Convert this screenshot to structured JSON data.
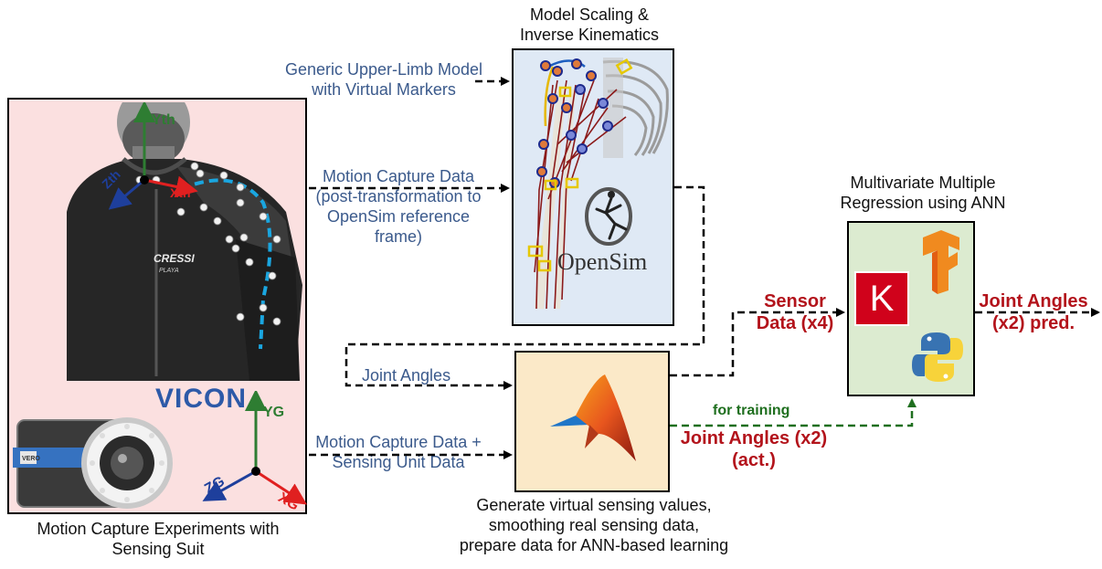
{
  "colors": {
    "motion_box_bg": "#fbe0e0",
    "model_box_bg": "#dfe9f5",
    "matlab_box_bg": "#fbe9c8",
    "ann_box_bg": "#dcebd0",
    "blue_text": "#3b5a8c",
    "red_text": "#b3131b",
    "green_text": "#1f6f1f",
    "axis_green": "#2e7d32",
    "axis_red": "#e02020",
    "axis_blue": "#1e3f9c"
  },
  "motion_capture": {
    "caption_line1": "Motion Capture Experiments with",
    "caption_line2": "Sensing Suit",
    "vicon_logo": "VICON",
    "shirt_brand": "CRESSI",
    "shirt_sub": "PLAYA",
    "camera_label": "VERO",
    "axis_thorax_y": "Yth",
    "axis_thorax_z": "Zth",
    "axis_thorax_x": "Xth",
    "axis_global_y": "YG",
    "axis_global_z": "ZG",
    "axis_global_x": "XG"
  },
  "model_scaling": {
    "title_line1": "Model Scaling &",
    "title_line2": "Inverse Kinematics",
    "opensim_logo": "OpenSim"
  },
  "inputs": {
    "generic_model_line1": "Generic Upper-Limb Model",
    "generic_model_line2": "with Virtual Markers",
    "mocap_data_line1": "Motion Capture Data",
    "mocap_data_line2": "(post-transformation to",
    "mocap_data_line3": "OpenSim reference",
    "mocap_data_line4": "frame)",
    "joint_angles": "Joint Angles",
    "mocap_sensing_line1": "Motion Capture Data +",
    "mocap_sensing_line2": "Sensing Unit Data"
  },
  "processing": {
    "caption_line1": "Generate virtual sensing values,",
    "caption_line2": "smoothing real sensing data,",
    "caption_line3": "prepare data for ANN-based learning"
  },
  "ann": {
    "title_line1": "Multivariate Multiple",
    "title_line2": "Regression using ANN",
    "keras_letter": "K"
  },
  "signals": {
    "sensor_line1": "Sensor",
    "sensor_line2": "Data  (x4)",
    "for_training": "for training",
    "joint_act_line1": "Joint Angles (x2)",
    "joint_act_line2": "(act.)",
    "joint_pred_line1": "Joint Angles",
    "joint_pred_line2": "(x2) pred."
  }
}
